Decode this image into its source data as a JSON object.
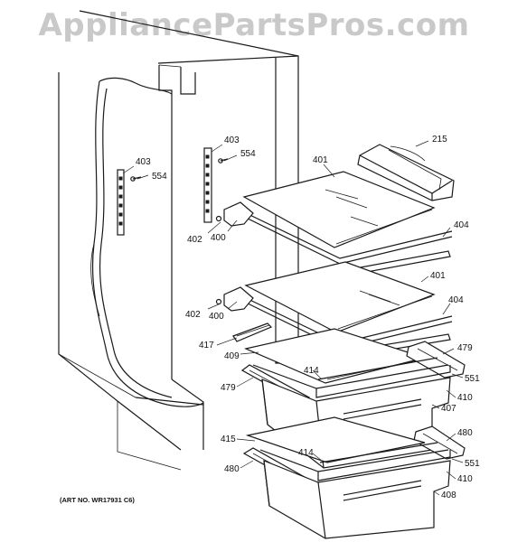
{
  "watermark": "AppliancePartsPros.com",
  "art_number": "(ART NO. WR17931 C6)",
  "callouts": {
    "c403a": "403",
    "c554a": "554",
    "c403b": "403",
    "c554b": "554",
    "c215": "215",
    "c401a": "401",
    "c404a": "404",
    "c402a": "402",
    "c400a": "400",
    "c401b": "401",
    "c404b": "404",
    "c402b": "402",
    "c400b": "400",
    "c417": "417",
    "c409": "409",
    "c479a": "479",
    "c414a": "414",
    "c551a": "551",
    "c479b": "479",
    "c410a": "410",
    "c407": "407",
    "c480a": "480",
    "c415": "415",
    "c414b": "414",
    "c551b": "551",
    "c480b": "480",
    "c410b": "410",
    "c408": "408"
  },
  "colors": {
    "line": "#1a1a1a",
    "watermark": "#c9c9c9",
    "background": "#ffffff"
  }
}
